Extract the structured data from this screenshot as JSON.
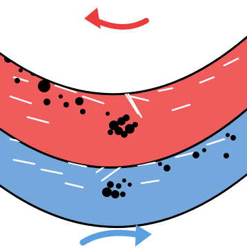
{
  "colors": {
    "upper_layer": "#f05b5b",
    "lower_layer": "#74a7dc",
    "outline": "#000000",
    "streak": "#ffffff",
    "particle": "#000000",
    "upper_arrow": "#ec3b3b",
    "lower_arrow": "#5b9fe0",
    "background": "#ffffff"
  },
  "icons": {
    "upper_arrow": "curved-arrow-left-icon",
    "lower_arrow": "curved-arrow-right-icon"
  },
  "layers": [
    {
      "name": "upper",
      "flow_direction": "left"
    },
    {
      "name": "lower",
      "flow_direction": "right"
    }
  ],
  "particle_clusters": [
    "upper-left-scatter",
    "upper-interface-cluster",
    "lower-right-scatter",
    "lower-bottom-cluster"
  ]
}
